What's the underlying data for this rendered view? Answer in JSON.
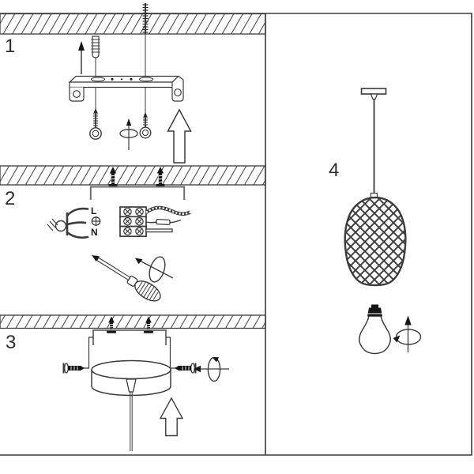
{
  "figure": {
    "background_color": "#ffffff",
    "line_color": "#3b3b3b",
    "hatch_color": "#4a4a4a",
    "description_parts": [
      "ceiling-hatch-band",
      "frame-border",
      "panel-divider"
    ]
  },
  "steps": {
    "step1": {
      "number": "1",
      "parts": [
        "expansion-plug",
        "threaded-screws",
        "mounting-bracket-with-ears",
        "insert-up-arrow",
        "screw-rotation-arrow",
        "push-up-block-arrow"
      ]
    },
    "step2": {
      "number": "2",
      "wiring": {
        "live_label": "L",
        "neutral_label": "N",
        "earth_symbol": "circle-cross"
      },
      "parts": [
        "mounted-bracket",
        "supply-cable-leads",
        "terminal-block-6-screws",
        "braided-wire",
        "sleeved-wire",
        "straight-wire",
        "screwdriver",
        "tighten-rotation-arrow"
      ]
    },
    "step3": {
      "number": "3",
      "parts": [
        "mounted-bracket",
        "ceiling-canopy-drum",
        "side-fixing-screws",
        "suspension-cord",
        "screw-rotation-arrow",
        "push-up-block-arrow"
      ]
    },
    "step4": {
      "number": "4",
      "parts": [
        "ceiling-plate",
        "suspension-cord",
        "wire-cage-shade",
        "light-bulb",
        "bulb-rotation-arrow"
      ]
    }
  }
}
